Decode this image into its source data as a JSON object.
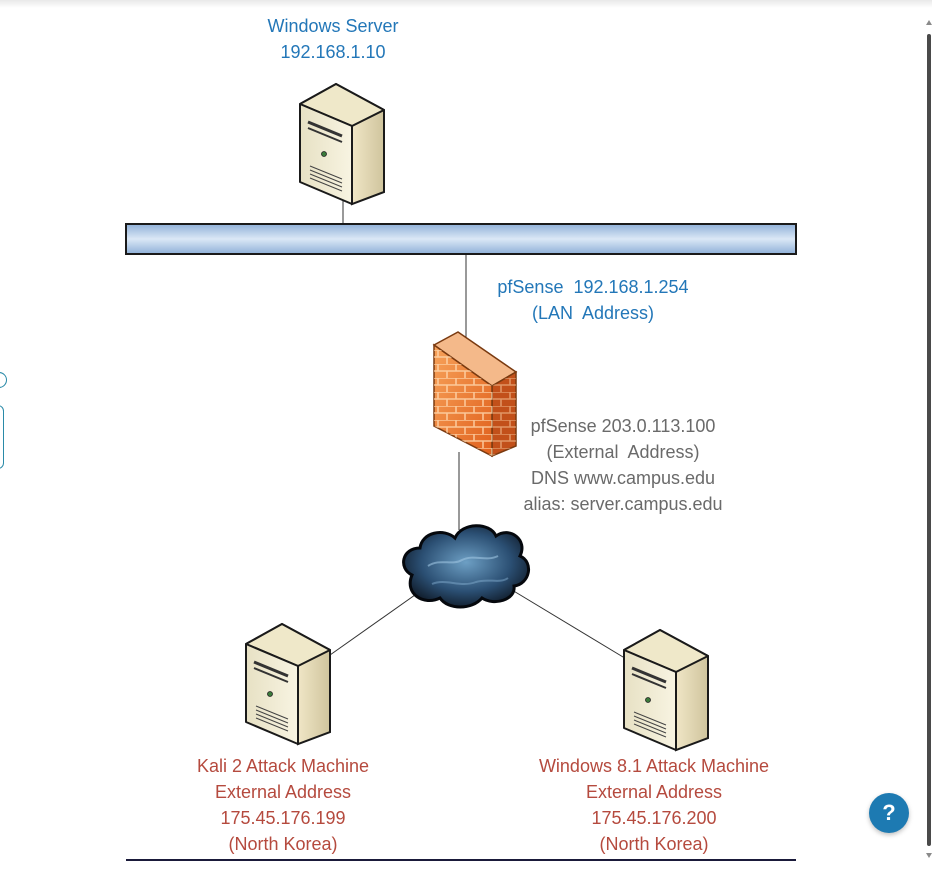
{
  "nodes": {
    "windows_server": {
      "name": "Windows Server",
      "ip": "192.168.1.10"
    },
    "pfsense_lan": {
      "line1": "pfSense  192.168.1.254",
      "line2": "(LAN  Address)"
    },
    "pfsense_external": {
      "line1": "pfSense 203.0.113.100",
      "line2": "(External  Address)",
      "line3": "DNS www.campus.edu",
      "line4": "alias: server.campus.edu"
    },
    "kali": {
      "name": "Kali 2 Attack Machine",
      "role": "External Address",
      "ip": "175.45.176.199",
      "location": "(North Korea)"
    },
    "win81": {
      "name": "Windows 8.1 Attack Machine",
      "role": "External Address",
      "ip": "175.45.176.200",
      "location": "(North Korea)"
    }
  },
  "help": {
    "label": "?"
  },
  "colors": {
    "internal_label": "#2377b8",
    "firewall_label": "#6a6a6a",
    "attacker_label": "#b54a3e",
    "help_button": "#1d7ab2"
  },
  "icons": [
    "server-icon",
    "firewall-icon",
    "cloud-icon",
    "lan-bus"
  ]
}
